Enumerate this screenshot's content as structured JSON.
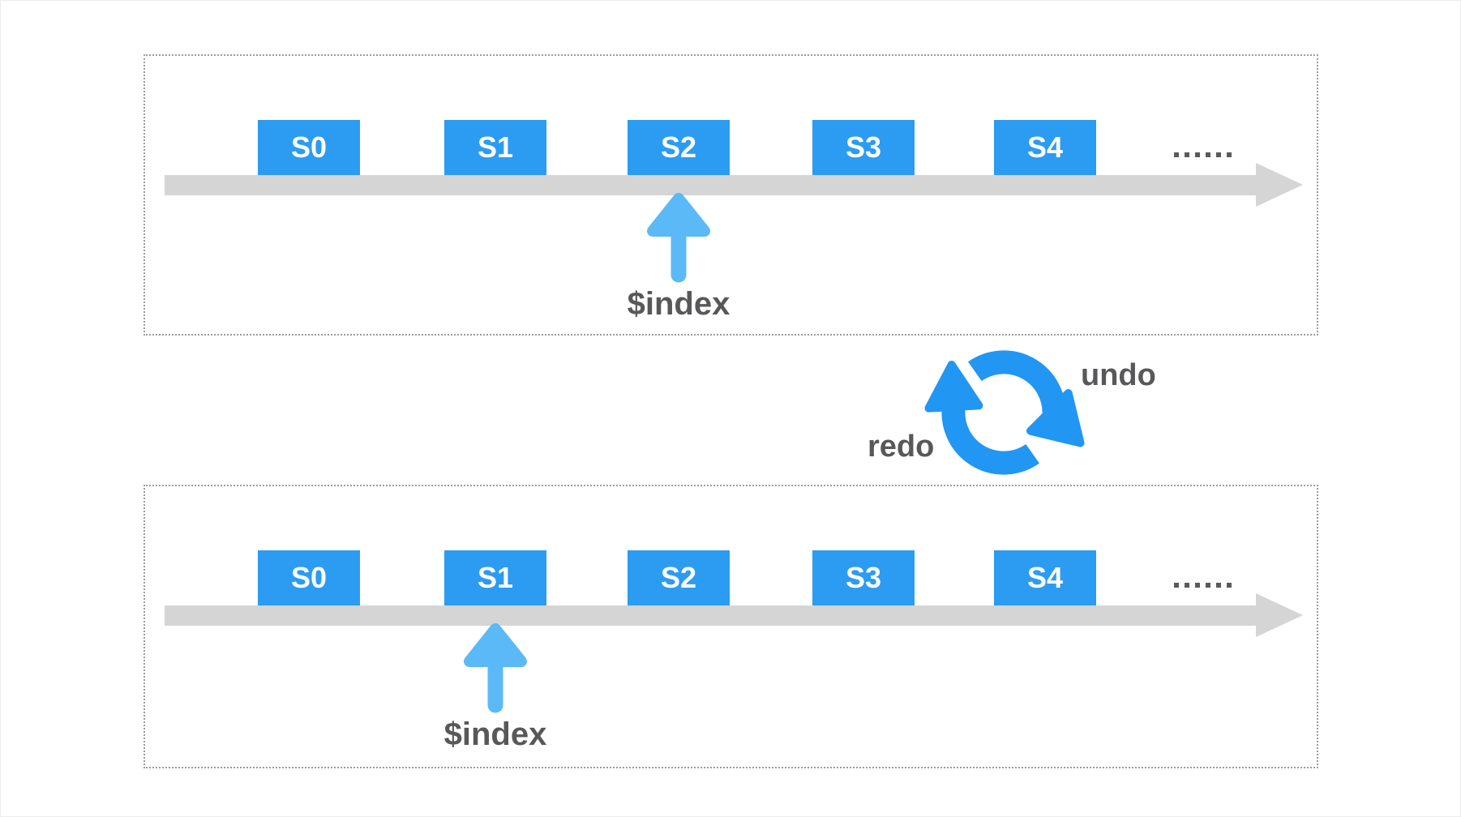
{
  "diagram": {
    "top_timeline": {
      "states": [
        "S0",
        "S1",
        "S2",
        "S3",
        "S4"
      ],
      "ellipsis": "......",
      "pointer": {
        "label": "$index",
        "state_index": 2
      }
    },
    "bottom_timeline": {
      "states": [
        "S0",
        "S1",
        "S2",
        "S3",
        "S4"
      ],
      "ellipsis": "......",
      "pointer": {
        "label": "$index",
        "state_index": 1
      }
    },
    "cycle": {
      "undo_label": "undo",
      "redo_label": "redo"
    }
  },
  "colors": {
    "box_blue": "#2B9CF2",
    "arrow_blue": "#5CB9F7",
    "cycle_blue": "#2196F3",
    "bar_gray": "#D5D5D5",
    "text_dark": "#58585A",
    "panel_border": "#9B9B9B",
    "ellipsis_dot": "#5A5A5A"
  }
}
